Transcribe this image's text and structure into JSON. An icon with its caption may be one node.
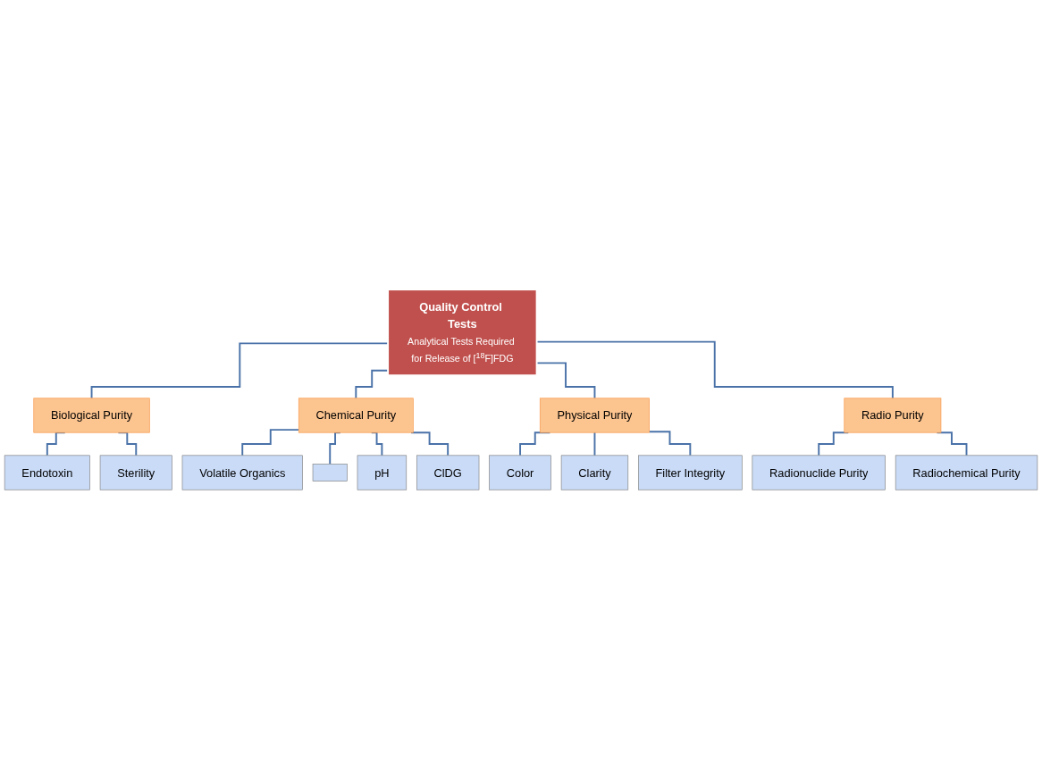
{
  "diagram": {
    "nodes": [
      {
        "text": [
          "Quality Control Tests",
          "Analytical Tests Required for Release of [$^{18}$F]FDG"
        ]
      },
      {
        "text": [
          "Biological Purity"
        ]
      },
      {
        "text": [
          "Endotoxin"
        ]
      },
      {
        "text": [
          "Sterility"
        ]
      },
      {
        "text": [
          "Chemical Purity"
        ]
      },
      {
        "text": [
          "Volatile Organics"
        ]
      },
      {
        "text": [],
        "shape": "box"
      },
      {
        "text": [
          "pH"
        ]
      },
      {
        "text": [
          "ClDG"
        ]
      },
      {
        "text": [
          "Physical Purity"
        ]
      },
      {
        "text": [
          "Color"
        ]
      },
      {
        "text": [
          "Clarity"
        ]
      },
      {
        "text": [
          "Filter Integrity"
        ]
      },
      {
        "text": [
          "Radio Purity"
        ]
      },
      {
        "text": [
          "Radionuclide Purity"
        ]
      },
      {
        "text": [
          "Radiochemical Purity"
        ]
      }
    ],
    "edges": [
      {
        "from": 0,
        "to": 1,
        "arrow": "none"
      },
      {
        "from": 0,
        "to": 4,
        "arrow": "none"
      },
      {
        "from": 0,
        "to": 9,
        "arrow": "none"
      },
      {
        "from": 0,
        "to": 13,
        "arrow": "none"
      },
      {
        "from": 1,
        "to": 2,
        "arrow": "none"
      },
      {
        "from": 1,
        "to": 3,
        "arrow": "none"
      },
      {
        "from": 4,
        "to": 5,
        "arrow": "none"
      },
      {
        "from": 4,
        "to": 6,
        "arrow": "none"
      },
      {
        "from": 4,
        "to": 7,
        "arrow": "none"
      },
      {
        "from": 4,
        "to": 8,
        "arrow": "none"
      },
      {
        "from": 9,
        "to": 10,
        "arrow": "none"
      },
      {
        "from": 9,
        "to": 11,
        "arrow": "none"
      },
      {
        "from": 9,
        "to": 12,
        "arrow": "none"
      },
      {
        "from": 13,
        "to": 14,
        "arrow": "none"
      },
      {
        "from": 13,
        "to": 15,
        "arrow": "none"
      }
    ]
  }
}
